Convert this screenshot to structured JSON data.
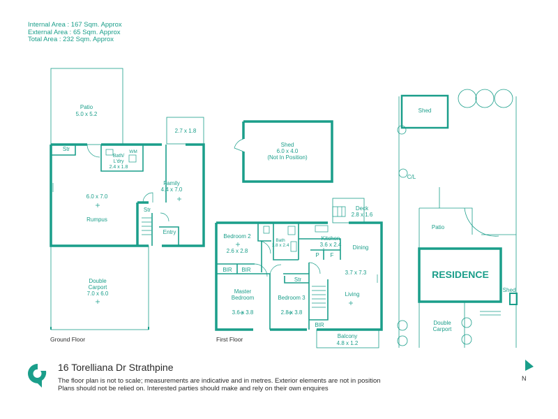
{
  "areas": {
    "internal": "Internal Area : 167 Sqm. Approx",
    "external": "External Area : 65 Sqm. Approx",
    "total": "Total Area : 232 Sqm. Approx"
  },
  "ground": {
    "label": "Ground Floor",
    "patio_name": "Patio",
    "patio_dim": "5.0 x 5.2",
    "porch_dim": "2.7 x 1.8",
    "str": "Str",
    "wm": "WM",
    "bath_name": "Bath/",
    "bath_name2": "L'dry",
    "bath_dim": "2.4 x 1.8",
    "rumpus_dim": "6.0 x 7.0",
    "rumpus_name": "Rumpus",
    "family_name": "Family",
    "family_dim": "4.4 x 7.0",
    "str2": "Str",
    "entry": "Entry",
    "carport_name": "Double",
    "carport_name2": "Carport",
    "carport_dim": "7.0 x 6.0"
  },
  "shed": {
    "name": "Shed",
    "dim": "6.0 x 4.0",
    "note": "(Not In Position)"
  },
  "first": {
    "label": "First Floor",
    "deck_name": "Deck",
    "deck_dim": "2.8 x 1.6",
    "bed2_name": "Bedroom 2",
    "bed2_dim": "2.6 x 2.8",
    "bath_name": "Bath",
    "bath_dim": "1.8 x 2.4",
    "kitchen_name": "Kitchen",
    "kitchen_dim": "3.6 x 2.4",
    "dining": "Dining",
    "p": "P",
    "f": "F",
    "bir1": "BIR",
    "bir2": "BIR",
    "bir3": "BIR",
    "living_dim": "3.7 x 7.3",
    "living_name": "Living",
    "str": "Str",
    "master_name": "Master",
    "master_name2": "Bedroom",
    "master_dim": "3.6 x 3.8",
    "bed3_name": "Bedroom 3",
    "bed3_dim": "2.8 x 3.8",
    "balcony_name": "Balcony",
    "balcony_dim": "4.8 x 1.2"
  },
  "site": {
    "shed": "Shed",
    "cl": "C/L",
    "patio": "Patio",
    "residence": "RESIDENCE",
    "shed2": "Shed",
    "carport": "Double",
    "carport2": "Carport"
  },
  "footer": {
    "address": "16 Torelliana Dr Strathpine",
    "disclaimer1": "The floor plan is not to scale; measurements are indicative and in metres. Exterior elements are not in position",
    "disclaimer2": "Plans should not be relied on. Interested parties should make and rely on their own enquires",
    "north": "N"
  },
  "colors": {
    "accent": "#1a9e8a",
    "text": "#2a2a2a"
  }
}
